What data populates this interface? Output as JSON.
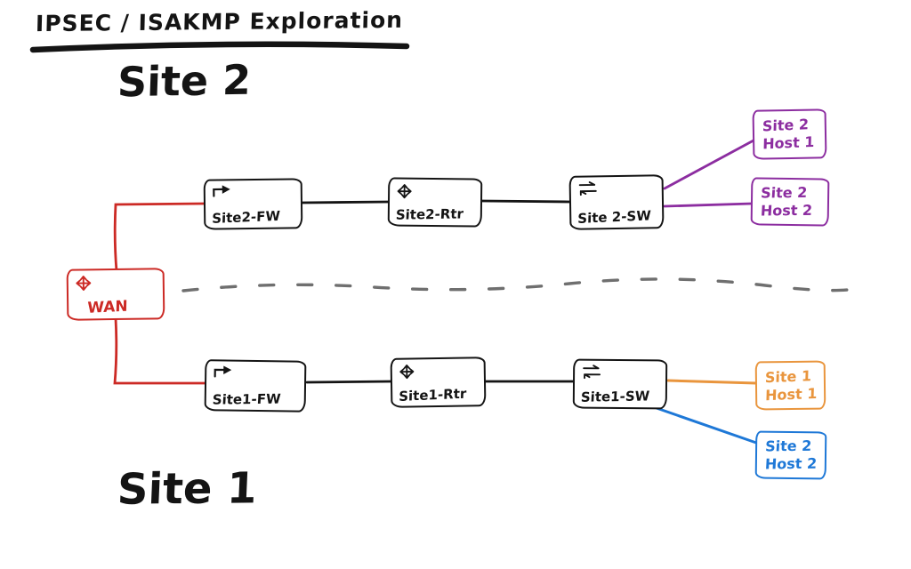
{
  "title": "IPSEC / ISAKMP Exploration",
  "headings": {
    "site2": "Site 2",
    "site1": "Site 1"
  },
  "nodes": {
    "wan": {
      "label": "WAN",
      "icon": "four-way-arrows"
    },
    "site2_fw": {
      "label": "Site2-FW",
      "icon": "arrow-right"
    },
    "site2_rtr": {
      "label": "Site2-Rtr",
      "icon": "four-way-arrows"
    },
    "site2_sw": {
      "label": "Site 2-SW",
      "icon": "double-arrow"
    },
    "site1_fw": {
      "label": "Site1-FW",
      "icon": "arrow-right"
    },
    "site1_rtr": {
      "label": "Site1-Rtr",
      "icon": "four-way-arrows"
    },
    "site1_sw": {
      "label": "Site1-SW",
      "icon": "double-arrow"
    }
  },
  "hosts": {
    "site2_host1": {
      "line1": "Site 2",
      "line2": "Host 1",
      "color": "#8c2da0"
    },
    "site2_host2": {
      "line1": "Site 2",
      "line2": "Host 2",
      "color": "#8c2da0"
    },
    "site1_host1": {
      "line1": "Site 1",
      "line2": "Host 1",
      "color": "#e9953d"
    },
    "site2_host2_blue": {
      "line1": "Site 2",
      "line2": "Host 2",
      "color": "#1e78d7"
    }
  },
  "colors": {
    "ink": "#141414",
    "wan_red": "#cc2a25",
    "purple": "#8c2da0",
    "orange": "#e9953d",
    "blue": "#1e78d7",
    "divider_gray": "#6f6f6f"
  }
}
